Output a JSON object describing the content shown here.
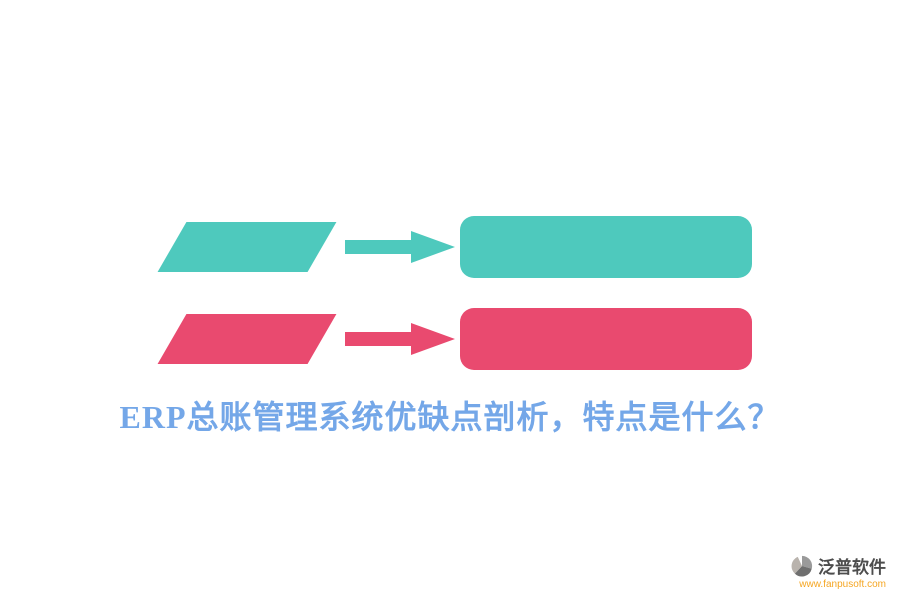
{
  "title": {
    "text": "ERP总账管理系统优缺点剖析，特点是什么？"
  },
  "diagram": {
    "rows": [
      {
        "name": "teal-row",
        "shapes": [
          "parallelogram",
          "arrow",
          "rounded-rectangle"
        ]
      },
      {
        "name": "pink-row",
        "shapes": [
          "parallelogram",
          "arrow",
          "rounded-rectangle"
        ]
      }
    ]
  },
  "footer": {
    "brand": "泛普软件",
    "url": "www.fanpusoft.com"
  },
  "icons": {
    "teal_arrow": "right-arrow-icon",
    "pink_arrow": "right-arrow-icon",
    "logo": "fanpu-pie-logo-icon"
  },
  "colors": {
    "teal": "#4EC9BD",
    "pink": "#E94A6F",
    "title": "#74A7E8",
    "brand": "#4D4D4D",
    "url": "#F5A623"
  }
}
